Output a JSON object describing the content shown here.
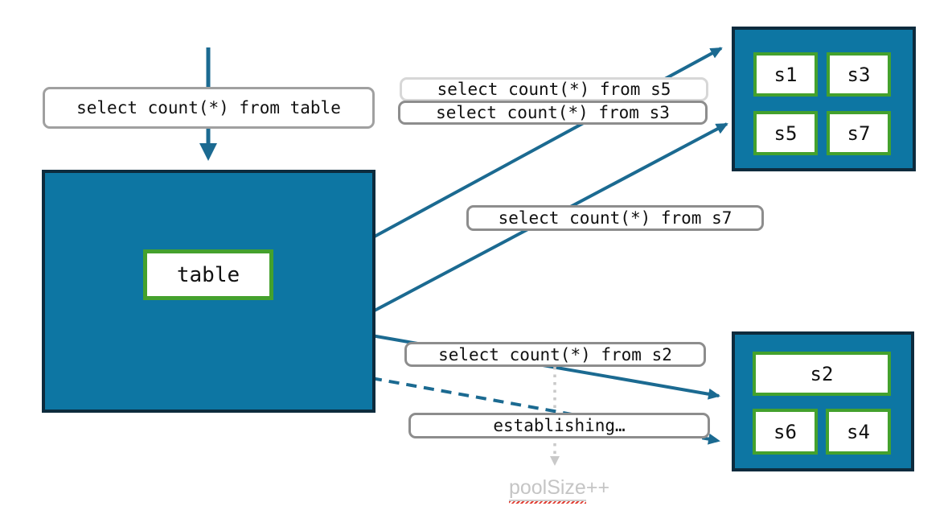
{
  "colors": {
    "pool_fill": "#0d76a3",
    "pool_border": "#0d2b3d",
    "shard_border_green": "#44a12d",
    "arrow_teal": "#1b6a91",
    "label_border_gray": "#8d8d8d",
    "label_border_light": "#d7d7d7",
    "muted_gray": "#c5c5c5",
    "squiggle_red": "#e03c31"
  },
  "queries": {
    "from_table": "select count(*) from table",
    "from_s5": "select count(*) from s5",
    "from_s3": "select count(*) from s3",
    "from_s7": "select count(*) from s7",
    "from_s2": "select count(*) from s2",
    "establishing": "establishing…"
  },
  "source_table": {
    "label": "table"
  },
  "shard_groups": {
    "top": {
      "shards": [
        "s1",
        "s3",
        "s5",
        "s7"
      ]
    },
    "bottom": {
      "shards": [
        "s2",
        "s6",
        "s4"
      ]
    }
  },
  "pool_note": {
    "word": "poolSize",
    "operator": "++"
  }
}
